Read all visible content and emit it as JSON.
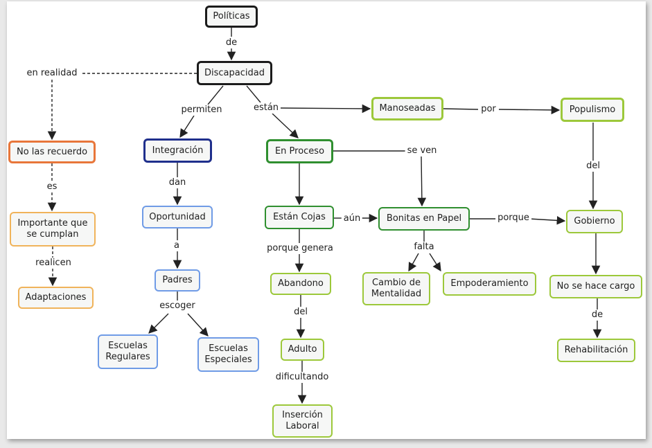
{
  "colors": {
    "black": "#1b1b1b",
    "orange": "#e8763a",
    "light_orange": "#f0b35a",
    "navy": "#1f2f8c",
    "light_blue": "#6f9be6",
    "green": "#2f8f2f",
    "lime": "#9cc83a",
    "line": "#222222"
  },
  "nodes": {
    "politicas": "Políticas",
    "discapacidad": "Discapacidad",
    "no_recuerdo": "No las recuerdo",
    "importante": "Importante que\nse cumplan",
    "adaptaciones": "Adaptaciones",
    "integracion": "Integración",
    "oportunidad": "Oportunidad",
    "padres": "Padres",
    "esc_regulares": "Escuelas\nRegulares",
    "esc_especiales": "Escuelas\nEspeciales",
    "en_proceso": "En Proceso",
    "estan_cojas": "Están Cojas",
    "abandono": "Abandono",
    "adulto": "Adulto",
    "insercion": "Inserción\nLaboral",
    "manoseadas": "Manoseadas",
    "populismo": "Populismo",
    "bonitas": "Bonitas en Papel",
    "cambio": "Cambio de\nMentalidad",
    "empoderamiento": "Empoderamiento",
    "gobierno": "Gobierno",
    "no_cargo": "No se hace cargo",
    "rehabilitacion": "Rehabilitación"
  },
  "links": {
    "de_1": "de",
    "en_realidad": "en realidad",
    "es": "es",
    "realicen": "realicen",
    "permiten": "permiten",
    "estan": "están",
    "dan": "dan",
    "a": "a",
    "escoger": "escoger",
    "se_ven": "se ven",
    "por": "por",
    "del_1": "del",
    "aun": "aún",
    "porque_genera": "porque genera",
    "falta": "falta",
    "porque": "porque",
    "del_2": "del",
    "dificultando": "dificultando",
    "de_2": "de"
  }
}
